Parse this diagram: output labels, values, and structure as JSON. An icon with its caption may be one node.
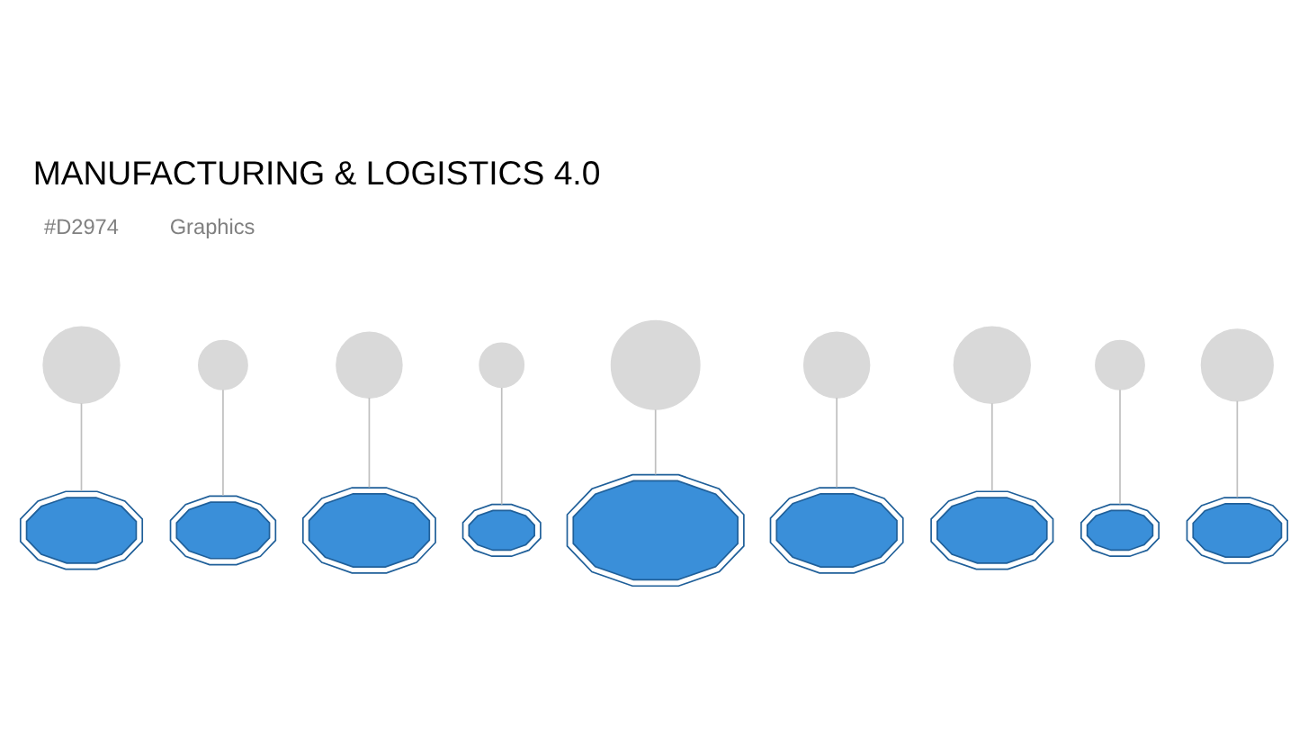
{
  "diagram": {
    "title": "MANUFACTURING & LOGISTICS 4.0",
    "nodes": [
      {
        "text": [],
        "shape": "circle"
      },
      {
        "text": [],
        "shape": "circle"
      },
      {
        "text": [],
        "shape": "circle"
      },
      {
        "text": [],
        "shape": "circle"
      },
      {
        "text": [],
        "shape": "circle"
      },
      {
        "text": [],
        "shape": "circle"
      },
      {
        "text": [],
        "shape": "circle"
      },
      {
        "text": [],
        "shape": "circle"
      },
      {
        "text": [],
        "shape": "circle"
      },
      {
        "text": [],
        "shape": "gear"
      },
      {
        "text": [],
        "shape": "gear"
      },
      {
        "text": [],
        "shape": "gear"
      },
      {
        "text": [],
        "shape": "gear"
      },
      {
        "text": [],
        "shape": "gear"
      },
      {
        "text": [],
        "shape": "gear"
      },
      {
        "text": [],
        "shape": "gear"
      },
      {
        "text": [],
        "shape": "gear"
      },
      {
        "text": [],
        "shape": "gear"
      }
    ],
    "edges": [
      {
        "from": 0,
        "to": 9,
        "arrow": "none"
      },
      {
        "from": 1,
        "to": 10,
        "arrow": "none"
      },
      {
        "from": 2,
        "to": 11,
        "arrow": "none"
      },
      {
        "from": 3,
        "to": 12,
        "arrow": "none"
      },
      {
        "from": 4,
        "to": 13,
        "arrow": "none"
      },
      {
        "from": 5,
        "to": 14,
        "arrow": "none"
      },
      {
        "from": 6,
        "to": 15,
        "arrow": "none"
      },
      {
        "from": 7,
        "to": 16,
        "arrow": "none"
      },
      {
        "from": 8,
        "to": 17,
        "arrow": "none"
      }
    ],
    "labels": [
      "#D2974",
      "Graphics"
    ]
  }
}
